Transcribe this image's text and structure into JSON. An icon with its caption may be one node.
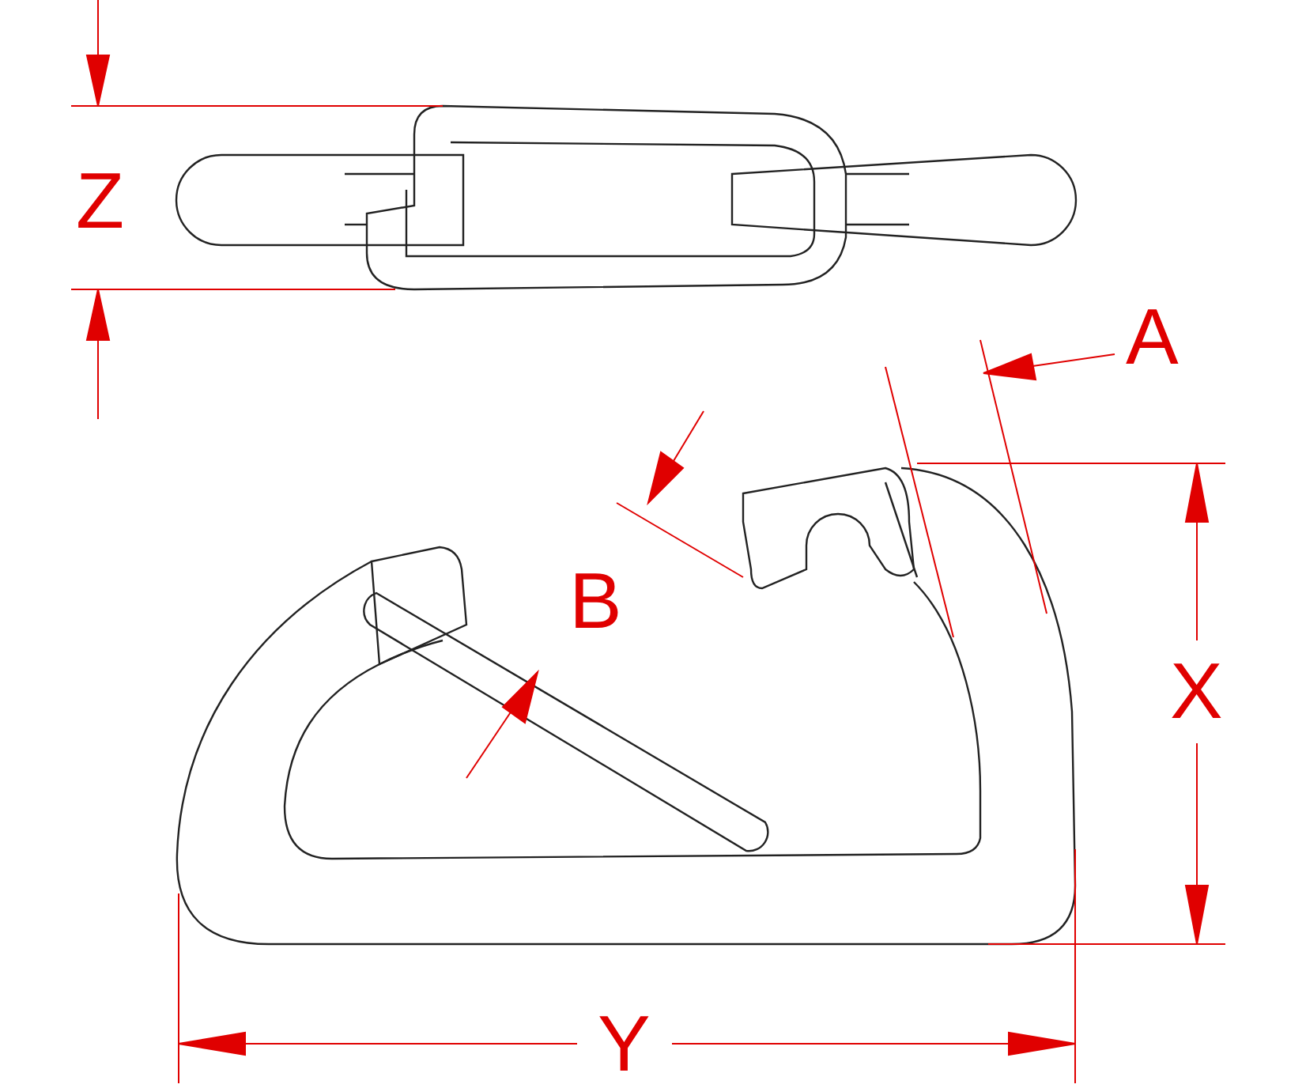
{
  "diagram": {
    "labels": [
      "Z",
      "A",
      "B",
      "X",
      "Y"
    ]
  }
}
